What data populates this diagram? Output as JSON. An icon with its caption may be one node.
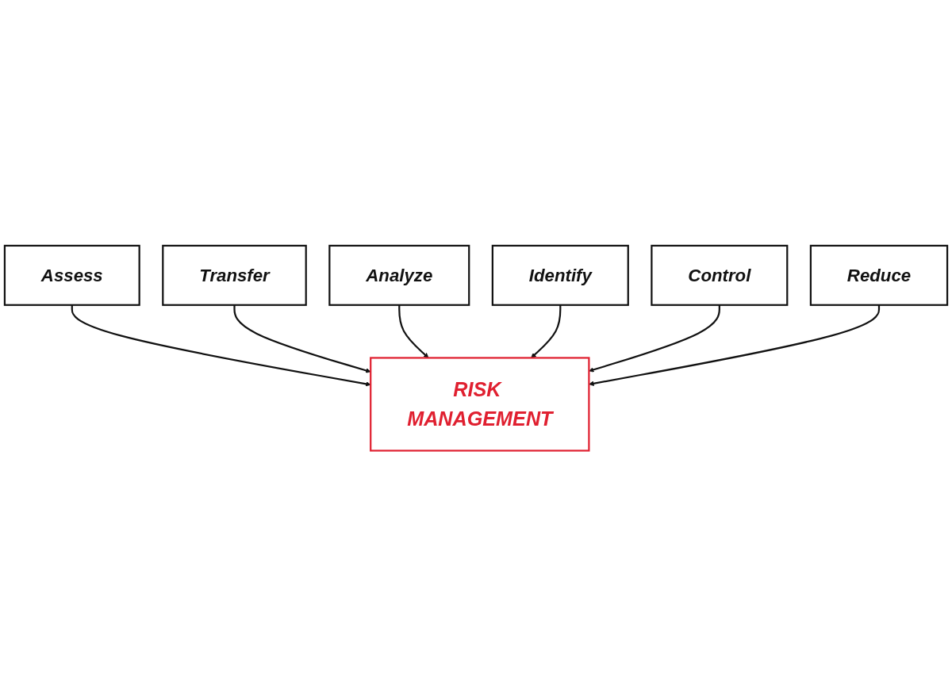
{
  "diagram": {
    "nodes": [
      {
        "text": [
          "Assess"
        ]
      },
      {
        "text": [
          "Transfer"
        ]
      },
      {
        "text": [
          "Analyze"
        ]
      },
      {
        "text": [
          "RISK MANAGEMENT"
        ]
      },
      {
        "text": [
          "Identify"
        ]
      },
      {
        "text": [
          "Control"
        ]
      },
      {
        "text": [
          "Reduce"
        ]
      }
    ],
    "edges": [
      {
        "from": 0,
        "to": 3,
        "arrow": "to"
      },
      {
        "from": 1,
        "to": 3,
        "arrow": "to"
      },
      {
        "from": 2,
        "to": 3,
        "arrow": "to"
      },
      {
        "from": 4,
        "to": 3,
        "arrow": "to"
      },
      {
        "from": 5,
        "to": 3,
        "arrow": "to"
      },
      {
        "from": 6,
        "to": 3,
        "arrow": "to"
      }
    ]
  }
}
